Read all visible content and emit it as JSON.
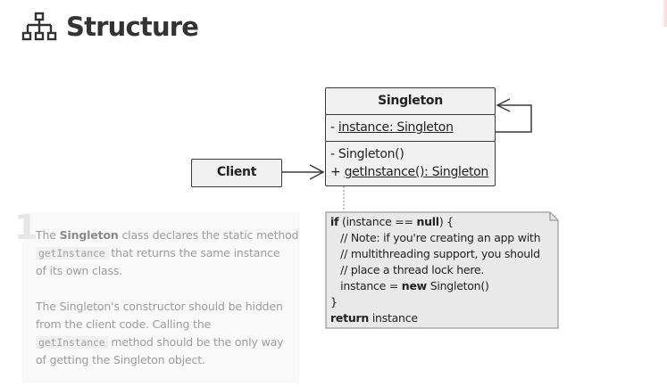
{
  "header": {
    "title": "Structure",
    "icon": "hierarchy-icon"
  },
  "diagram": {
    "singleton": {
      "name": "Singleton",
      "field_prefix": "- ",
      "field": "instance: Singleton",
      "constructor": "- Singleton()",
      "method_prefix": "+ ",
      "method": "getInstance(): Singleton"
    },
    "client": {
      "name": "Client"
    },
    "note": {
      "line1_kw1": "if",
      "line1_mid": " (instance == ",
      "line1_kw2": "null",
      "line1_end": ") {",
      "line2": "   // Note: if you're creating an app with",
      "line3": "   // multithreading support, you should",
      "line4": "   // place a thread lock here.",
      "line5_pre": "   instance = ",
      "line5_kw": "new",
      "line5_post": " Singleton()",
      "line6": "}",
      "line7_kw": "return",
      "line7_post": " instance"
    }
  },
  "description": {
    "step_number": "1",
    "p1_a": "The ",
    "p1_b": "Singleton",
    "p1_c": " class declares the static method",
    "p1_code": "getInstance",
    "p1_d": " that returns the same instance",
    "p1_e": "of its own class.",
    "p2_a": "The Singleton's constructor should be hidden",
    "p2_b": "from the client code. Calling the",
    "p2_code": "getInstance",
    "p2_c": " method should be the only way",
    "p2_d": "of getting the Singleton object."
  },
  "colors": {
    "box_fill": "#f1f1f1",
    "note_fill": "#e9e9e9",
    "line": "#3a3a3a",
    "muted_text": "#9c9c9c"
  }
}
